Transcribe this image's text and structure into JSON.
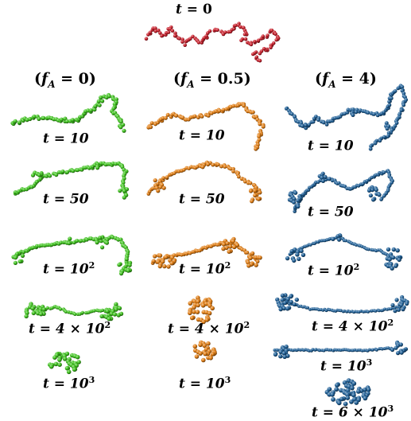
{
  "colors": {
    "initial": "#c81e2a",
    "fA0": "#3fc21f",
    "fA05": "#e07d14",
    "fA4": "#1f5f96"
  },
  "top_label": {
    "t": "t",
    "eq": " = ",
    "v": "0"
  },
  "columns": [
    {
      "open": "(",
      "f": "f",
      "sub": "A",
      "eq": " = ",
      "v": "0",
      "close": ")"
    },
    {
      "open": "(",
      "f": "f",
      "sub": "A",
      "eq": " = ",
      "v": "0.5",
      "close": ")"
    },
    {
      "open": "(",
      "f": "f",
      "sub": "A",
      "eq": " = ",
      "v": "4",
      "close": ")"
    }
  ],
  "labels": {
    "c0": [
      {
        "pre": "t = 10",
        "sup": ""
      },
      {
        "pre": "t = 50",
        "sup": ""
      },
      {
        "pre": "t = 10",
        "sup": "2"
      },
      {
        "pre": "t = 4 × 10",
        "sup": "2"
      },
      {
        "pre": "t = 10",
        "sup": "3"
      }
    ],
    "c1": [
      {
        "pre": "t = 10",
        "sup": ""
      },
      {
        "pre": "t = 50",
        "sup": ""
      },
      {
        "pre": "t = 10",
        "sup": "2"
      },
      {
        "pre": "t = 4 × 10",
        "sup": "2"
      },
      {
        "pre": "t = 10",
        "sup": "3"
      }
    ],
    "c2": [
      {
        "pre": "t = 10",
        "sup": ""
      },
      {
        "pre": "t = 50",
        "sup": ""
      },
      {
        "pre": "t = 10",
        "sup": "2"
      },
      {
        "pre": "t = 4 × 10",
        "sup": "2"
      },
      {
        "pre": "t = 10",
        "sup": "3"
      },
      {
        "pre": "t = 6 × 10",
        "sup": "3"
      }
    ]
  }
}
